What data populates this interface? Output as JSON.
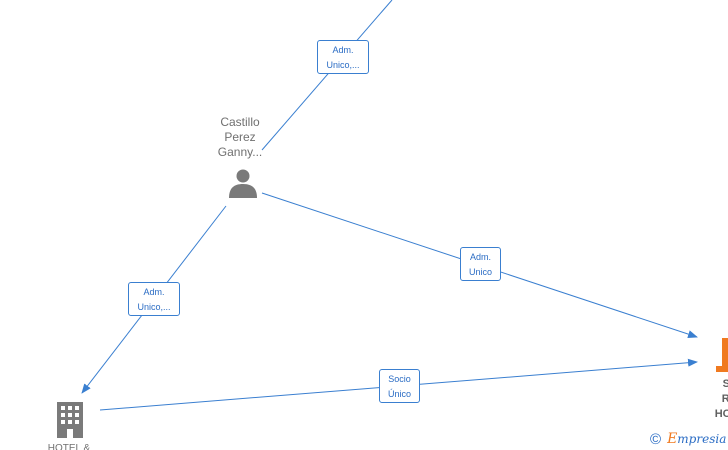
{
  "graph": {
    "edge_labels": [
      {
        "line1": "Adm.",
        "line2": "Unico,..."
      },
      {
        "line1": "Adm.",
        "line2": "Unico,..."
      },
      {
        "line1": "Adm.",
        "line2": "Unico"
      },
      {
        "line1": "Socio",
        "line2": "Único"
      }
    ],
    "person": {
      "line1": "Castillo",
      "line2": "Perez",
      "line3": "Ganny..."
    },
    "company_left": {
      "name": "HOTEL &"
    },
    "company_right": {
      "line1": "SP",
      "line2": "RO",
      "line3": "HOST"
    }
  },
  "colors": {
    "edge": "#3a7fd0",
    "icon_gray": "#7a7a7a",
    "company_accent": "#f07a20"
  },
  "icons": {
    "person": "person-icon",
    "building": "building-icon",
    "company_right": "company-icon",
    "arrow": "arrow-head"
  },
  "brand": {
    "copyright": "©",
    "initial": "E",
    "rest": "mpresia"
  }
}
